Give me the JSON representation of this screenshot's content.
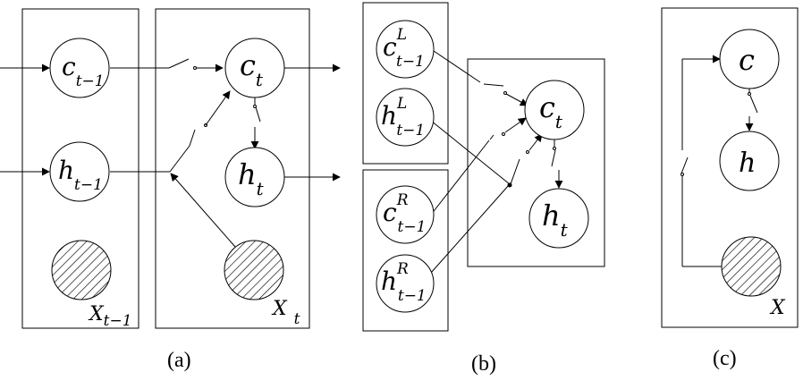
{
  "figure": {
    "panel_a": {
      "caption": "(a)",
      "nodes": {
        "c_prev": {
          "main": "c",
          "sub": "t−1"
        },
        "h_prev": {
          "main": "h",
          "sub": "t−1"
        },
        "c_t": {
          "main": "c",
          "sub": "t"
        },
        "h_t": {
          "main": "h",
          "sub": "t"
        }
      },
      "box_labels": {
        "x_prev": {
          "main": "X",
          "sub": "t−1"
        },
        "x_t": {
          "main": "X",
          "sub": "t"
        }
      }
    },
    "panel_b": {
      "caption": "(b)",
      "nodes": {
        "cL": {
          "main": "c",
          "sup": "L",
          "sub": "t−1"
        },
        "hL": {
          "main": "h",
          "sup": "L",
          "sub": "t−1"
        },
        "cR": {
          "main": "c",
          "sup": "R",
          "sub": "t−1"
        },
        "hR": {
          "main": "h",
          "sup": "R",
          "sub": "t−1"
        },
        "c_t": {
          "main": "c",
          "sub": "t"
        },
        "h_t": {
          "main": "h",
          "sub": "t"
        }
      }
    },
    "panel_c": {
      "caption": "(c)",
      "nodes": {
        "c": {
          "main": "c"
        },
        "h": {
          "main": "h"
        }
      },
      "box_label": "X"
    },
    "colors": {
      "stroke": "#000000",
      "background": "#ffffff"
    }
  }
}
